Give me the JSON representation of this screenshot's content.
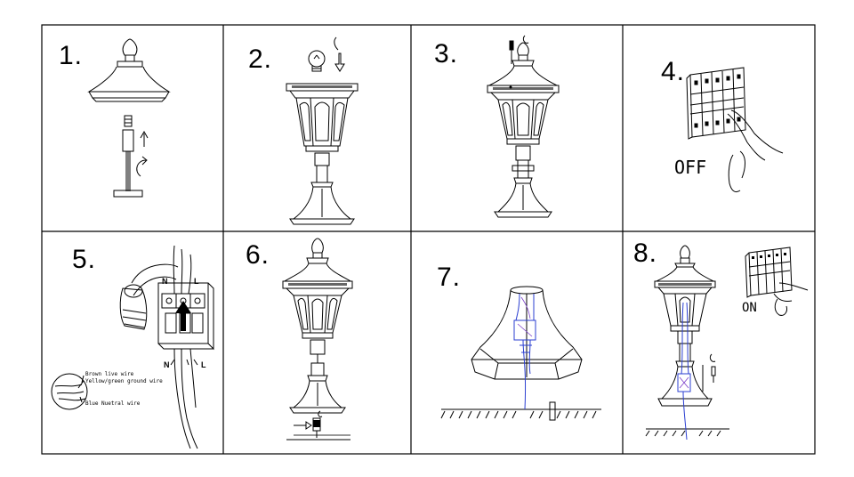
{
  "steps": [
    {
      "number": "1."
    },
    {
      "number": "2."
    },
    {
      "number": "3."
    },
    {
      "number": "4.",
      "switch_label": "OFF"
    },
    {
      "number": "5.",
      "n_label": "N",
      "l_label": "L",
      "n_label_2": "N",
      "l_label_2": "L",
      "wire_brown": "Brown live wire",
      "wire_yellow": "Yellow/green ground wire",
      "wire_blue": "Blue Nuetral wire"
    },
    {
      "number": "6."
    },
    {
      "number": "7."
    },
    {
      "number": "8.",
      "switch_label": "ON"
    }
  ],
  "colors": {
    "line": "#000000",
    "wire_blue": "#2b3fd1",
    "wire_violet": "#7a3fc9"
  }
}
